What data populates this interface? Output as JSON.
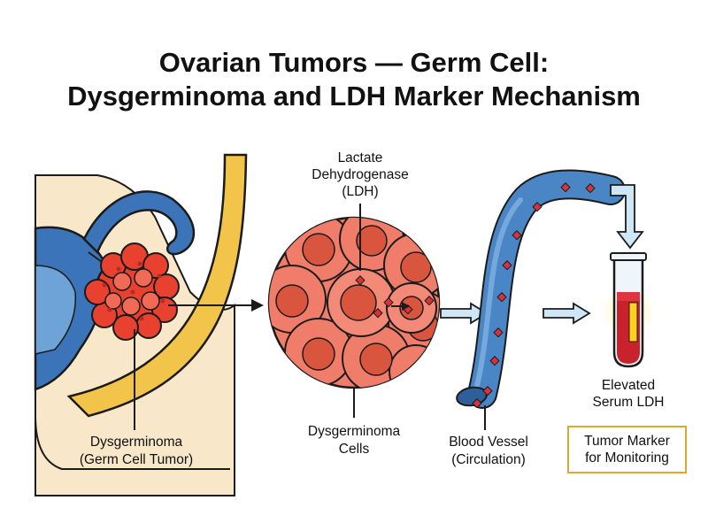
{
  "title": {
    "line1": "Ovarian Tumors — Germ Cell:",
    "line2": "Dysgerminoma and LDH Marker Mechanism"
  },
  "labels": {
    "enzyme": [
      "Lactate",
      "Dehydrogenase",
      "(LDH)"
    ],
    "tumor": [
      "Dysgerminoma",
      "(Germ Cell Tumor)"
    ],
    "cells": [
      "Dysgerminoma",
      "Cells"
    ],
    "vessel": [
      "Blood Vessel",
      "(Circulation)"
    ],
    "result": [
      "Elevated",
      "Serum LDH"
    ],
    "marker_box": [
      "Tumor Marker",
      "for Monitoring"
    ]
  },
  "colors": {
    "outline": "#1b1b1b",
    "tumor_red": "#e8412f",
    "cell_fill": "#ef7d6a",
    "nucleus": "#d9553d",
    "uterus_blue": "#3b74b8",
    "pelvis_yellow": "#f3c44a",
    "skin": "#f9e7c9",
    "vessel_blue": "#4a86c5",
    "ldh_marker": "#d8323a",
    "arrow_fill": "#cfe6f7",
    "box_border": "#e0a82e"
  }
}
